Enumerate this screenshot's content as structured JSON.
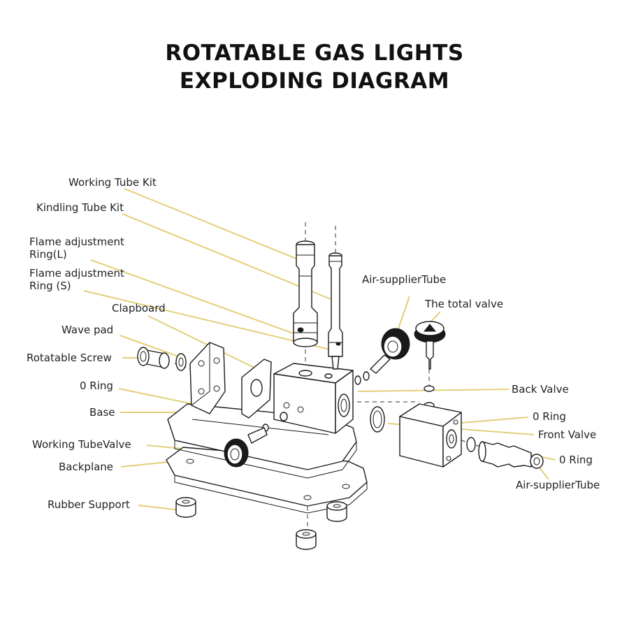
{
  "title": {
    "line1": "ROTATABLE GAS LIGHTS",
    "line2": "EXPLODING DIAGRAM"
  },
  "labels": {
    "working_tube_kit": "Working Tube Kit",
    "kindling_tube_kit": "Kindling Tube Kit",
    "flame_ring_l_1": "Flame adjustment",
    "flame_ring_l_2": "Ring(L)",
    "flame_ring_s_1": "Flame adjustment",
    "flame_ring_s_2": "Ring (S)",
    "clapboard": "Clapboard",
    "wave_pad": "Wave pad",
    "rotatable_screw": "Rotatable Screw",
    "o_ring_left": "0 Ring",
    "base": "Base",
    "working_tube_valve": "Working TubeValve",
    "backplane": "Backplane",
    "rubber_support": "Rubber Support",
    "air_supplier_tube_top": "Air-supplierTube",
    "total_valve": "The total valve",
    "back_valve": "Back Valve",
    "o_ring_right_1": "0 Ring",
    "front_valve": "Front Valve",
    "o_ring_right_2": "0 Ring",
    "air_supplier_tube_bottom": "Air-supplierTube"
  },
  "colors": {
    "leader_line": "#e3cf7a",
    "ink": "#1a1a1a"
  }
}
